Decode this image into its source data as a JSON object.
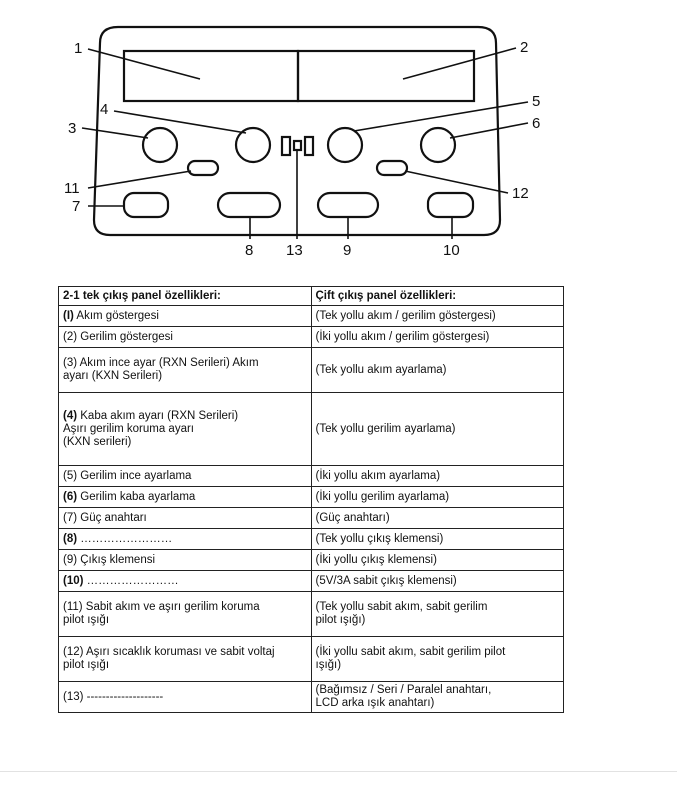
{
  "diagram": {
    "callouts": [
      "1",
      "2",
      "3",
      "4",
      "5",
      "6",
      "7",
      "8",
      "9",
      "10",
      "11",
      "12",
      "13"
    ]
  },
  "table": {
    "headers": [
      "2-1 tek çıkış panel özellikleri:",
      "Çift çıkış panel özellikleri:"
    ],
    "rows": [
      {
        "left_num": "(I)",
        "left": " Akım göstergesi",
        "right": "(Tek yollu akım / gerilim göstergesi)"
      },
      {
        "left_num": "",
        "left": "(2) Gerilim göstergesi",
        "right": "(İki yollu akım / gerilim göstergesi)"
      },
      {
        "left_num": "",
        "left": "(3) Akım ince ayar (RXN Serileri) Akım\nayarı (KXN Serileri)",
        "right": "(Tek yollu akım ayarlama)"
      },
      {
        "left_num": "(4)",
        "left": " Kaba akım ayarı (RXN Serileri)\nAşırı gerilim koruma ayarı\n(KXN serileri)",
        "right": "(Tek yollu gerilim ayarlama)"
      },
      {
        "left_num": "",
        "left": "(5) Gerilim ince ayarlama",
        "right": "(İki yollu akım ayarlama)"
      },
      {
        "left_num": "(6)",
        "left": " Gerilim kaba ayarlama",
        "right": "(İki yollu gerilim ayarlama)"
      },
      {
        "left_num": "",
        "left": "(7) Güç anahtarı",
        "right": "(Güç anahtarı)"
      },
      {
        "left_num": "(8)",
        "left": " ……………………",
        "right": "(Tek yollu çıkış klemensi)"
      },
      {
        "left_num": "",
        "left": "(9) Çıkış klemensi",
        "right": "(İki yollu çıkış klemensi)"
      },
      {
        "left_num": "(10)",
        "left": " ……………………",
        "right": "(5V/3A sabit çıkış klemensi)"
      },
      {
        "left_num": "",
        "left": "(11) Sabit akım ve aşırı gerilim koruma\npilot ışığı",
        "right": "(Tek yollu sabit akım, sabit gerilim\npilot ışığı)"
      },
      {
        "left_num": "",
        "left": "(12) Aşırı sıcaklık koruması ve sabit voltaj\npilot ışığı",
        "right": "(İki yollu sabit akım, sabit gerilim pilot\nışığı)"
      },
      {
        "left_num": "",
        "left": "(13) --------------------",
        "right": "(Bağımsız / Seri / Paralel anahtarı,\nLCD arka ışık anahtarı)"
      }
    ]
  }
}
